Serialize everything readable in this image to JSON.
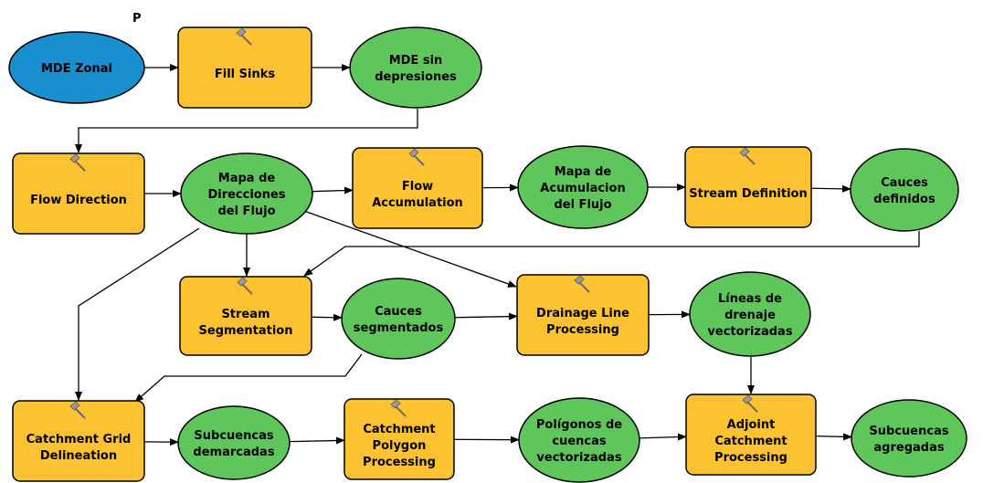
{
  "diagram": {
    "title_marker": "P",
    "colors": {
      "input": "#1a8fcf",
      "tool": "#fcc231",
      "output": "#5fc65c",
      "stroke": "#000000",
      "background": "#ffffff"
    },
    "nodes": [
      {
        "id": "mde_zonal",
        "kind": "input",
        "lines": [
          "MDE Zonal"
        ]
      },
      {
        "id": "fill_sinks",
        "kind": "tool",
        "lines": [
          "Fill Sinks"
        ]
      },
      {
        "id": "mde_sin_depresiones",
        "kind": "output",
        "lines": [
          "MDE sin",
          "depresiones"
        ]
      },
      {
        "id": "flow_direction",
        "kind": "tool",
        "lines": [
          "Flow Direction"
        ]
      },
      {
        "id": "mapa_direcciones",
        "kind": "output",
        "lines": [
          "Mapa de",
          "Direcciones",
          "del Flujo"
        ]
      },
      {
        "id": "flow_accumulation",
        "kind": "tool",
        "lines": [
          "Flow",
          "Accumulation"
        ]
      },
      {
        "id": "mapa_acumulacion",
        "kind": "output",
        "lines": [
          "Mapa de",
          "Acumulacion",
          "del Flujo"
        ]
      },
      {
        "id": "stream_definition",
        "kind": "tool",
        "lines": [
          "Stream Definition"
        ]
      },
      {
        "id": "cauces_definidos",
        "kind": "output",
        "lines": [
          "Cauces",
          "definidos"
        ]
      },
      {
        "id": "stream_segmentation",
        "kind": "tool",
        "lines": [
          "Stream",
          "Segmentation"
        ]
      },
      {
        "id": "cauces_segmentados",
        "kind": "output",
        "lines": [
          "Cauces",
          "segmentados"
        ]
      },
      {
        "id": "drainage_line_processing",
        "kind": "tool",
        "lines": [
          "Drainage Line",
          "Processing"
        ]
      },
      {
        "id": "lineas_drenaje",
        "kind": "output",
        "lines": [
          "Líneas de",
          "drenaje",
          "vectorizadas"
        ]
      },
      {
        "id": "catchment_grid_delineation",
        "kind": "tool",
        "lines": [
          "Catchment Grid",
          "Delineation"
        ]
      },
      {
        "id": "subcuencas_demarcadas",
        "kind": "output",
        "lines": [
          "Subcuencas",
          "demarcadas"
        ]
      },
      {
        "id": "catchment_polygon_processing",
        "kind": "tool",
        "lines": [
          "Catchment",
          "Polygon",
          "Processing"
        ]
      },
      {
        "id": "poligonos_cuencas",
        "kind": "output",
        "lines": [
          "Polígonos de",
          "cuencas",
          "vectorizadas"
        ]
      },
      {
        "id": "adjoint_catchment_processing",
        "kind": "tool",
        "lines": [
          "Adjoint",
          "Catchment",
          "Processing"
        ]
      },
      {
        "id": "subcuencas_agregadas",
        "kind": "output",
        "lines": [
          "Subcuencas",
          "agregadas"
        ]
      }
    ],
    "edges": [
      {
        "from": "mde_zonal",
        "to": "fill_sinks"
      },
      {
        "from": "fill_sinks",
        "to": "mde_sin_depresiones"
      },
      {
        "from": "mde_sin_depresiones",
        "to": "flow_direction"
      },
      {
        "from": "flow_direction",
        "to": "mapa_direcciones"
      },
      {
        "from": "mapa_direcciones",
        "to": "flow_accumulation"
      },
      {
        "from": "flow_accumulation",
        "to": "mapa_acumulacion"
      },
      {
        "from": "mapa_acumulacion",
        "to": "stream_definition"
      },
      {
        "from": "stream_definition",
        "to": "cauces_definidos"
      },
      {
        "from": "mapa_direcciones",
        "to": "stream_segmentation"
      },
      {
        "from": "cauces_definidos",
        "to": "stream_segmentation"
      },
      {
        "from": "mapa_direcciones",
        "to": "drainage_line_processing"
      },
      {
        "from": "mapa_direcciones",
        "to": "catchment_grid_delineation"
      },
      {
        "from": "stream_segmentation",
        "to": "cauces_segmentados"
      },
      {
        "from": "cauces_segmentados",
        "to": "drainage_line_processing"
      },
      {
        "from": "drainage_line_processing",
        "to": "lineas_drenaje"
      },
      {
        "from": "cauces_segmentados",
        "to": "catchment_grid_delineation"
      },
      {
        "from": "lineas_drenaje",
        "to": "adjoint_catchment_processing"
      },
      {
        "from": "catchment_grid_delineation",
        "to": "subcuencas_demarcadas"
      },
      {
        "from": "subcuencas_demarcadas",
        "to": "catchment_polygon_processing"
      },
      {
        "from": "catchment_polygon_processing",
        "to": "poligonos_cuencas"
      },
      {
        "from": "poligonos_cuencas",
        "to": "adjoint_catchment_processing"
      },
      {
        "from": "adjoint_catchment_processing",
        "to": "subcuencas_agregadas"
      }
    ],
    "tool_icon": "hammer-icon"
  }
}
